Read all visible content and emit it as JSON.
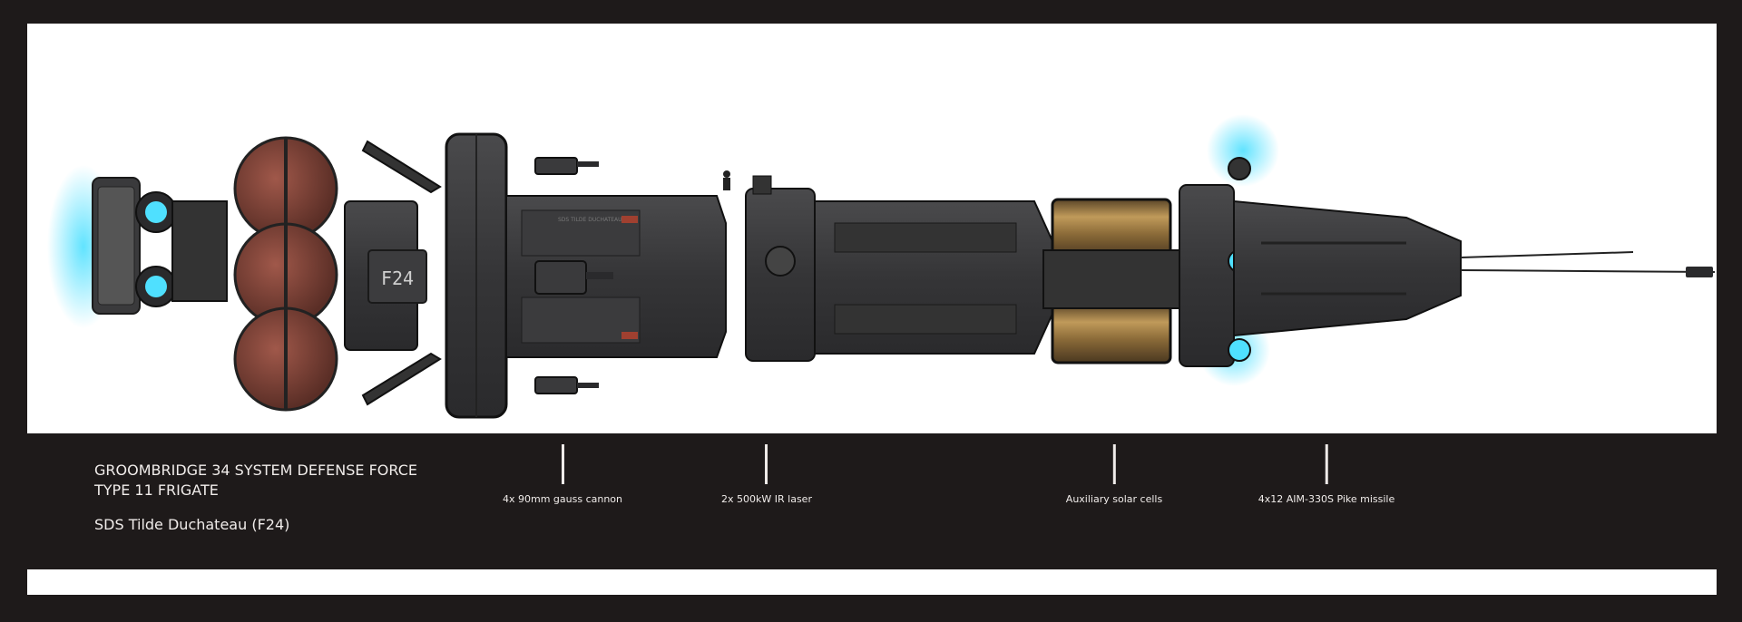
{
  "caption": {
    "line1": "GROOMBRIDGE 34 SYSTEM DEFENSE FORCE",
    "line2": "TYPE 11 FRIGATE",
    "line3": "SDS Tilde Duchateau (F24)"
  },
  "ship": {
    "hull_code": "F24",
    "hull_name_marking": "SDS TILDE DUCHATEAU"
  },
  "callouts": [
    {
      "label": "4x 90mm gauss cannon"
    },
    {
      "label": "2x 500kW IR laser"
    },
    {
      "label": "Auxiliary solar cells"
    },
    {
      "label": "4x12 AIM-330S Pike missile"
    }
  ],
  "colors": {
    "frame": "#1e1a1a",
    "hull": "#3a3a3c",
    "hull_dark": "#2a2a2c",
    "tank": "#8a4a3c",
    "solar": "#a8864a",
    "engine_glow": "#4fe0ff"
  }
}
